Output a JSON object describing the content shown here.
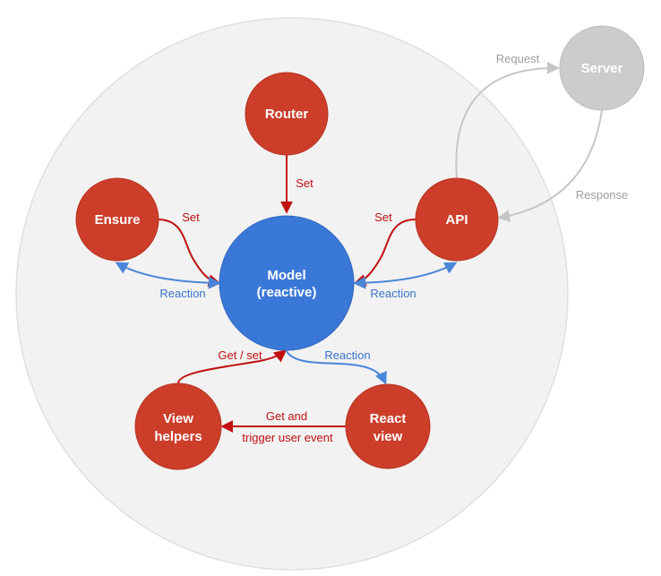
{
  "colors": {
    "background_circle": "#f2f2f2",
    "background_stroke": "#e0e0e0",
    "node_red": "#cc3e2a",
    "node_red_stroke": "#b83220",
    "node_blue": "#3a78d8",
    "node_blue_stroke": "#2f66bf",
    "node_gray": "#cccccc",
    "node_gray_stroke": "#bdbdbd",
    "edge_red": "#c01010",
    "edge_blue": "#4a86d8",
    "edge_gray": "#c6c6c6",
    "label_red": "#c01010",
    "label_blue": "#3a74cc",
    "label_gray": "#9e9e9e"
  },
  "nodes": {
    "router": [
      "Router"
    ],
    "ensure": [
      "Ensure"
    ],
    "api": [
      "API"
    ],
    "model": [
      "Model",
      "(reactive)"
    ],
    "view_helpers": [
      "View",
      "helpers"
    ],
    "react_view": [
      "React",
      "view"
    ],
    "server": [
      "Server"
    ]
  },
  "edges": {
    "router_set": "Set",
    "ensure_set": "Set",
    "ensure_reaction": "Reaction",
    "api_set": "Set",
    "api_reaction": "Reaction",
    "model_reaction": "Reaction",
    "get_set": "Get / set",
    "get_and": "Get and",
    "trigger_user_event": "trigger user event",
    "request": "Request",
    "response": "Response"
  }
}
